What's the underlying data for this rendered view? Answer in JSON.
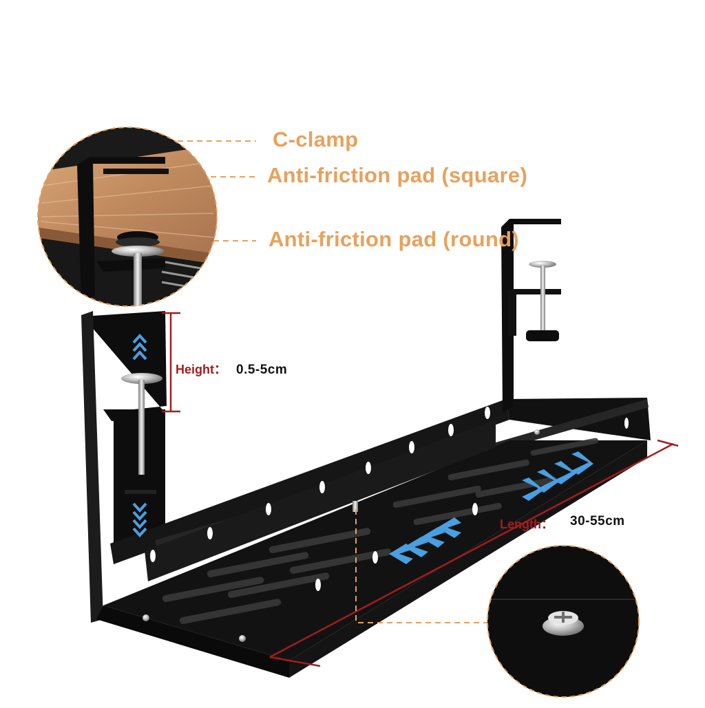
{
  "callouts": {
    "c_clamp": "C-clamp",
    "pad_square": "Anti-friction pad (square)",
    "pad_round": "Anti-friction pad (round)"
  },
  "dimensions": {
    "height_label": "Height：",
    "height_value": "0.5-5cm",
    "length_label": "Length：",
    "length_value": "30-55cm"
  },
  "colors": {
    "callout_text": "#e8a15c",
    "dimension_line": "#a51c1c",
    "arrow_blue": "#4a9fe0",
    "metal": "#0d0d0d",
    "wood": "#c8956a"
  }
}
